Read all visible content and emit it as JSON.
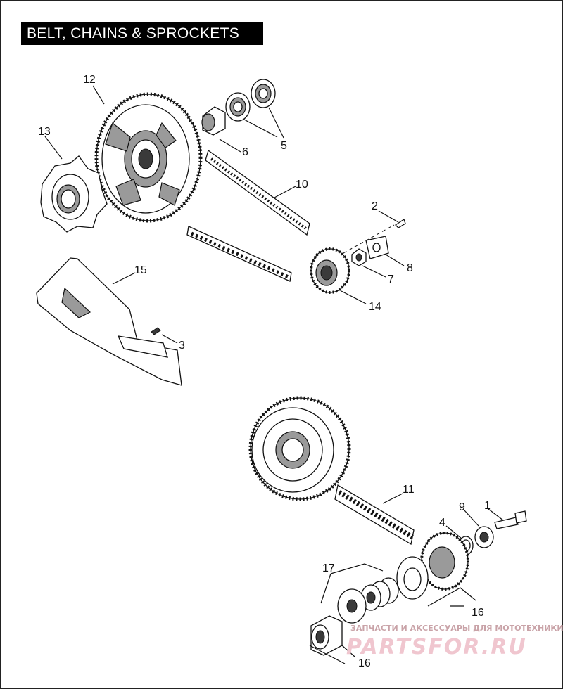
{
  "title": "BELT, CHAINS & SPROCKETS",
  "callouts": [
    "12",
    "13",
    "6",
    "5",
    "10",
    "2",
    "8",
    "7",
    "14",
    "15",
    "3",
    "11",
    "9",
    "1",
    "4",
    "17",
    "16",
    "16"
  ],
  "watermark": {
    "tagline": "ЗАПЧАСТИ И АКСЕССУАРЫ ДЛЯ МОТОТЕХНИКИ",
    "brand": "PARTSFOR.RU"
  }
}
